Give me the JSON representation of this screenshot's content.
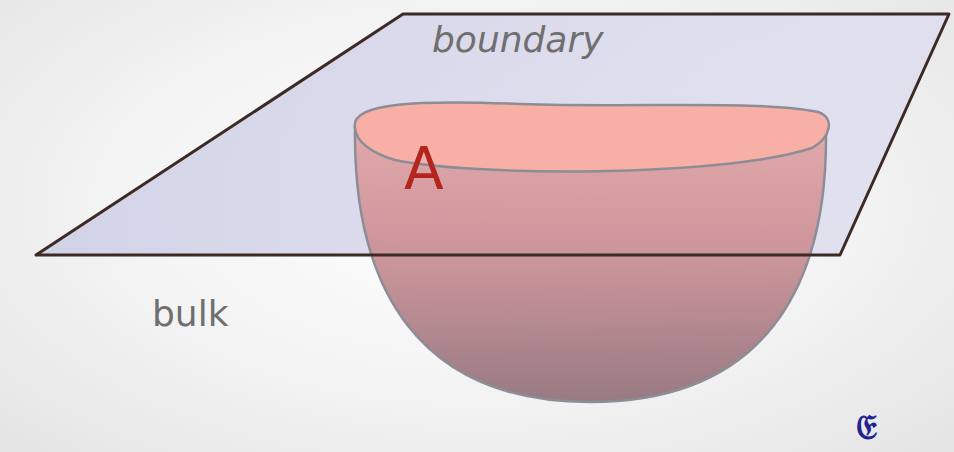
{
  "diagram": {
    "labels": [
      "boundary",
      "A",
      "bulk",
      "𝔈"
    ]
  }
}
